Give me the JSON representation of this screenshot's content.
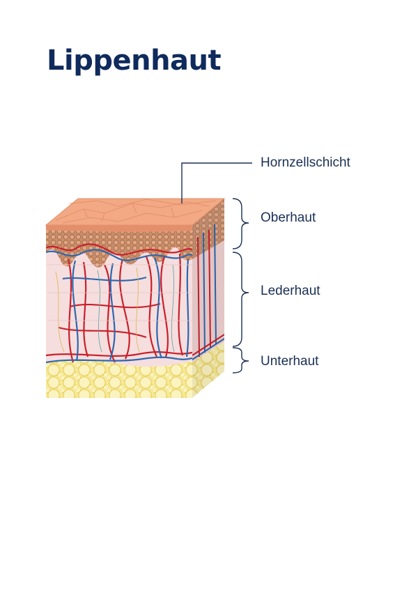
{
  "title": "Lippenhaut",
  "labels": {
    "stratum_corneum": "Hornzellschicht",
    "epidermis": "Oberhaut",
    "dermis": "Lederhaut",
    "subcutis": "Unterhaut"
  },
  "colors": {
    "title": "#0f2a5c",
    "label": "#1a2f55",
    "leader_line": "#1a2f55",
    "surface": "#f2a984",
    "epidermis": "#c98d6a",
    "dermis": "#f6dede",
    "subcutis": "#f5e58a",
    "artery": "#c8202b",
    "vein": "#2d67b0"
  }
}
